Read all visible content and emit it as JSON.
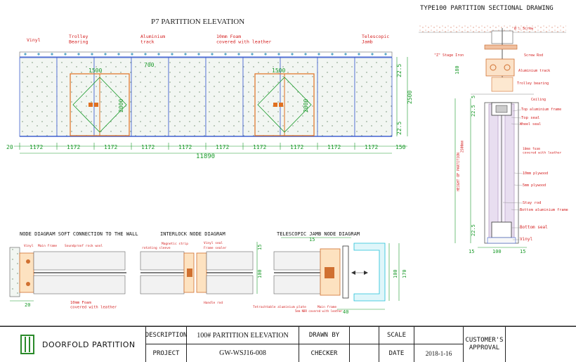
{
  "elevation": {
    "title": "P7 PARTITION ELEVATION",
    "labels": {
      "vinyl": "Vinyl",
      "trolley": "Trolley\nBearing",
      "aluminium_track": "Aluminium\ntrack",
      "foam": "10mm Foam\ncovered with leather",
      "telescopic": "Telescopic\nJamb"
    },
    "dims": {
      "door_width": "1500",
      "door_height": "2000",
      "top_span": "700",
      "right_top": "22.5",
      "right_height": "2500",
      "right_bottom": "22.5",
      "left_end": "20",
      "right_end": "150",
      "panels": [
        "1172",
        "1172",
        "1172",
        "1172",
        "1172",
        "1172",
        "1172",
        "1172",
        "1172",
        "1172"
      ],
      "total": "11890"
    }
  },
  "section": {
    "title": "TYPE100 PARTITION SECTIONAL DRAWING",
    "labels": {
      "screw": "Ø ☐ Screw",
      "stage_iron": "\"Z\" Stage Iron",
      "screw_rod": "Screw Rod",
      "aluminium_track": "Aluminium track",
      "trolley": "Trolley bearing",
      "ceiling": "Ceiling",
      "top_frame": "Top aluminium frame",
      "top_seal": "Top seal",
      "wheel_seal": "Wheel seal",
      "foam": "10mm foam\ncovered with leather",
      "plywood10": "10mm plywood",
      "plywood5": "5mm plywood",
      "stay_rod": "Stay rod",
      "bottom_frame": "Bottom aluminium frame",
      "bottom_seal": "Bottom seal",
      "vinyl": "Vinyl",
      "height_label": "HEIGHT OF PARTITION\n2500mm"
    },
    "dims": {
      "d180": "180",
      "d5": "5",
      "d22top": "22.5",
      "d22bottom": "22.5",
      "w15a": "15",
      "w100": "100",
      "w15b": "15"
    }
  },
  "nodes": {
    "soft": {
      "title": "NODE DIAGRAM SOFT CONNECTION TO THE WALL",
      "vinyl": "Vinyl",
      "main_frame": "Main frame",
      "sound": "Soundproof rock wool",
      "foam": "10mm Foam\ncovered with leather",
      "dim20": "20"
    },
    "interlock": {
      "title": "INTERLOCK NODE DIAGRAM",
      "magnetic": "Magnetic strip",
      "rotating": "rotating sleeve",
      "vinyl_seal": "Vinyl seal",
      "frame_sealer": "Frame sealer",
      "handle_rod": "Handle rod",
      "dim15": "15",
      "dim100": "100"
    },
    "telescopic": {
      "title": "TELESCOPIC JAMB NODE DIAGRAM",
      "retractable": "Tetrachtable aluminium plate",
      "main_frame": "Main frame",
      "foam": "5mm NBR covered with leather",
      "dim15": "15",
      "dim40": "40",
      "dim100": "100",
      "dim170": "170"
    }
  },
  "title_block": {
    "brand": "DOORFOLD PARTITION",
    "description_label": "DESCRIPTION",
    "description_value": "100# PARTITION ELEVATION",
    "drawn_by_label": "DRAWN BY",
    "scale_label": "SCALE",
    "approval": "CUSTOMER'S\nAPPROVAL",
    "project_label": "PROJECT",
    "project_value": "GW-WSJ16-008",
    "checker_label": "CHECKER",
    "date_label": "DATE",
    "date_value": "2018-1-16"
  },
  "colors": {
    "line": "#333333",
    "dim": "#1a9a2a",
    "label": "#d42020",
    "panel": "#4060d0",
    "door": "#e07020",
    "fill": "#eef4ee",
    "cyan": "#20c0d8"
  }
}
